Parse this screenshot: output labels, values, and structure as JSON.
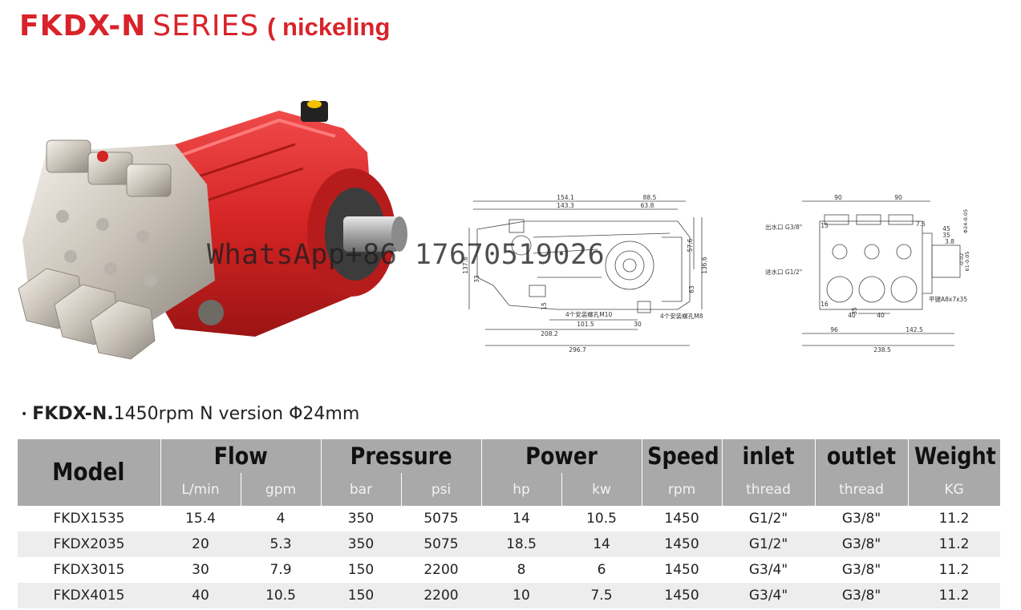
{
  "title": {
    "series_code": "FKDX-N",
    "series_word": "SERIES",
    "finish": "( nickeling"
  },
  "drawing_side": {
    "dims": [
      "154.1",
      "88.5",
      "143.3",
      "63.8",
      "137.6",
      "57.6",
      "136.6",
      "33",
      "63",
      "15",
      "101.5",
      "30",
      "208.2",
      "296.7"
    ],
    "note_m10": "4个安装螺孔M10",
    "note_m8": "4个安装螺孔M8"
  },
  "drawing_front": {
    "dims": [
      "90",
      "90",
      "15",
      "7.5",
      "45",
      "35",
      "3.8",
      "16",
      "35",
      "40",
      "40",
      "96",
      "142.5",
      "238.5"
    ],
    "shaft_dims": [
      "Φ24-0.05",
      "-0.02",
      "61-0.05"
    ],
    "outlet_label": "出水口 G3/8\"",
    "inlet_label": "进水口 G1/2\"",
    "key_label": "平键A8x7x35"
  },
  "watermark": "WhatsApp+86 17670519026",
  "spec_line": {
    "bullet": "•",
    "model_code": "FKDX-N.",
    "details": "1450rpm  N version   Φ24mm"
  },
  "table": {
    "headers": {
      "model": "Model",
      "flow": "Flow",
      "pressure": "Pressure",
      "power": "Power",
      "speed": "Speed",
      "inlet": "inlet",
      "outlet": "outlet",
      "weight": "Weight"
    },
    "units": [
      "L/min",
      "gpm",
      "bar",
      "psi",
      "hp",
      "kw",
      "rpm",
      "thread",
      "thread",
      "KG"
    ],
    "rows": [
      [
        "FKDX1535",
        "15.4",
        "4",
        "350",
        "5075",
        "14",
        "10.5",
        "1450",
        "G1/2\"",
        "G3/8\"",
        "11.2"
      ],
      [
        "FKDX2035",
        "20",
        "5.3",
        "350",
        "5075",
        "18.5",
        "14",
        "1450",
        "G1/2\"",
        "G3/8\"",
        "11.2"
      ],
      [
        "FKDX3015",
        "30",
        "7.9",
        "150",
        "2200",
        "8",
        "6",
        "1450",
        "G3/4\"",
        "G3/8\"",
        "11.2"
      ],
      [
        "FKDX4015",
        "40",
        "10.5",
        "150",
        "2200",
        "10",
        "7.5",
        "1450",
        "G3/4\"",
        "G3/8\"",
        "11.2"
      ]
    ]
  },
  "colors": {
    "brand_red": "#d8232a",
    "header_gray": "#a9a9a9",
    "row_alt": "#ededed"
  }
}
